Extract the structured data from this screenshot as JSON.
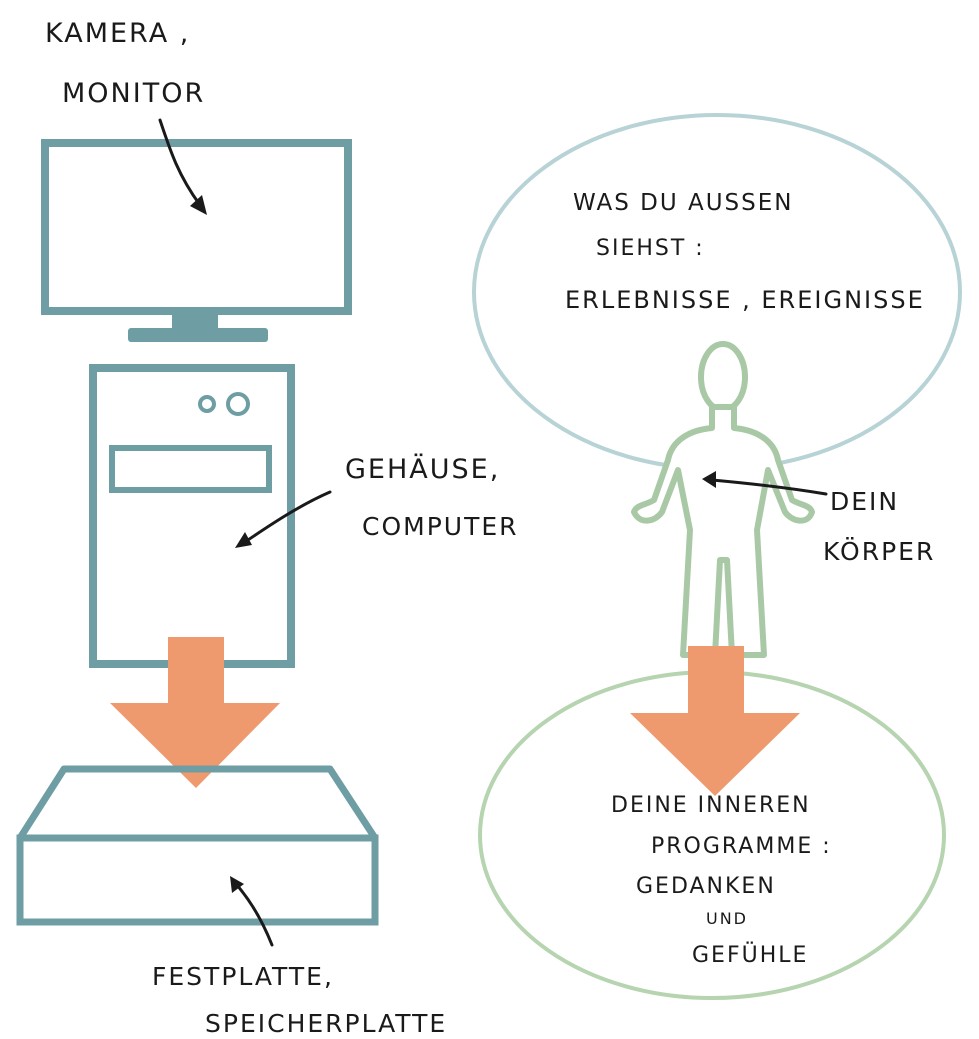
{
  "colors": {
    "computer_stroke": "#6e9ea3",
    "arrow_fill": "#ef9a6e",
    "figure_stroke": "#a9c9a6",
    "bubble_top_stroke": "#b7d3d6",
    "bubble_bottom_stroke": "#b6d4b0",
    "ink": "#1a1a1a"
  },
  "left": {
    "monitor_label_line1": "KAMERA ,",
    "monitor_label_line2": "MONITOR",
    "case_label_line1": "GEHÄUSE,",
    "case_label_line2": "COMPUTER",
    "disk_label_line1": "FESTPLATTE,",
    "disk_label_line2": "SPEICHERPLATTE"
  },
  "right": {
    "outside_line1": "WAS DU AUSSEN",
    "outside_line2": "SIEHST :",
    "outside_line3": "ERLEBNISSE , EREIGNISSE",
    "body_label_line1": "DEIN",
    "body_label_line2": "KÖRPER",
    "inner_line1": "DEINE INNEREN",
    "inner_line2": "PROGRAMME :",
    "inner_line3": "GEDANKEN",
    "inner_line4": "UND",
    "inner_line5": "GEFÜHLE"
  },
  "icons": {
    "monitor": "monitor-icon",
    "tower": "computer-case-icon",
    "disk": "hard-drive-icon",
    "person": "person-outline-icon",
    "down_arrow": "down-arrow-icon"
  }
}
